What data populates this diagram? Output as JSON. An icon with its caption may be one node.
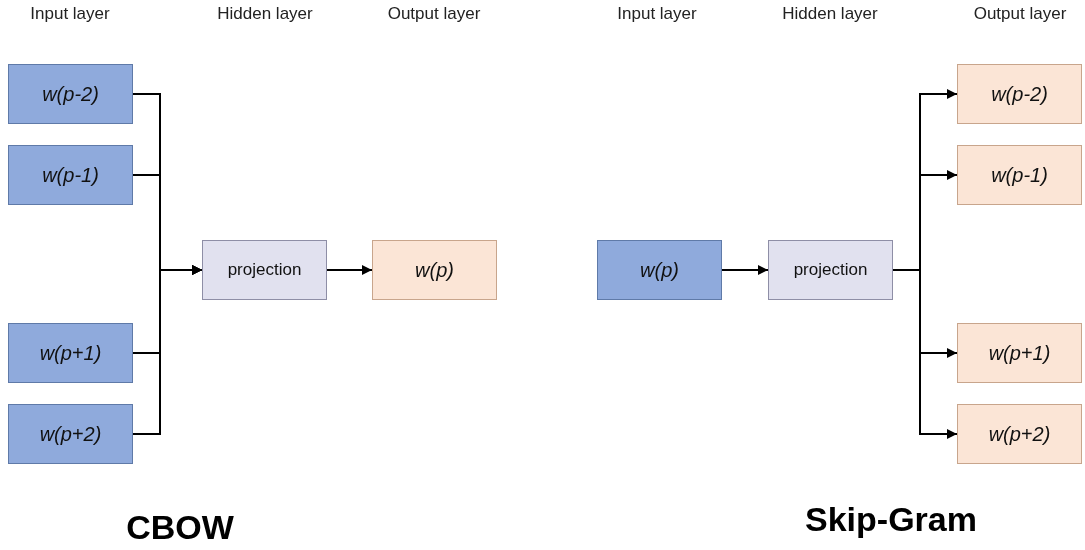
{
  "diagram": {
    "nodes": [
      {
        "text": [
          "w(p-2)"
        ]
      },
      {
        "text": [
          "w(p-1)"
        ]
      },
      {
        "text": [
          "w(p+1)"
        ]
      },
      {
        "text": [
          "w(p+2)"
        ]
      },
      {
        "text": [
          "projection"
        ]
      },
      {
        "text": [
          "w(p)"
        ]
      },
      {
        "text": [
          "w(p)"
        ]
      },
      {
        "text": [
          "projection"
        ]
      },
      {
        "text": [
          "w(p-2)"
        ]
      },
      {
        "text": [
          "w(p-1)"
        ]
      },
      {
        "text": [
          "w(p+1)"
        ]
      },
      {
        "text": [
          "w(p+2)"
        ]
      }
    ],
    "edges": [
      {
        "from": 0,
        "to": 4,
        "arrow": "to"
      },
      {
        "from": 1,
        "to": 4,
        "arrow": "to"
      },
      {
        "from": 2,
        "to": 4,
        "arrow": "to"
      },
      {
        "from": 3,
        "to": 4,
        "arrow": "to"
      },
      {
        "from": 4,
        "to": 5,
        "arrow": "to"
      },
      {
        "from": 6,
        "to": 7,
        "arrow": "to"
      },
      {
        "from": 7,
        "to": 8,
        "arrow": "to"
      },
      {
        "from": 7,
        "to": 9,
        "arrow": "to"
      },
      {
        "from": 7,
        "to": 10,
        "arrow": "to"
      },
      {
        "from": 7,
        "to": 11,
        "arrow": "to"
      }
    ],
    "labels": [
      "Input layer",
      "Hidden layer",
      "Output layer",
      "Input layer",
      "Hidden layer",
      "Output layer",
      "CBOW",
      "Skip-Gram"
    ]
  }
}
